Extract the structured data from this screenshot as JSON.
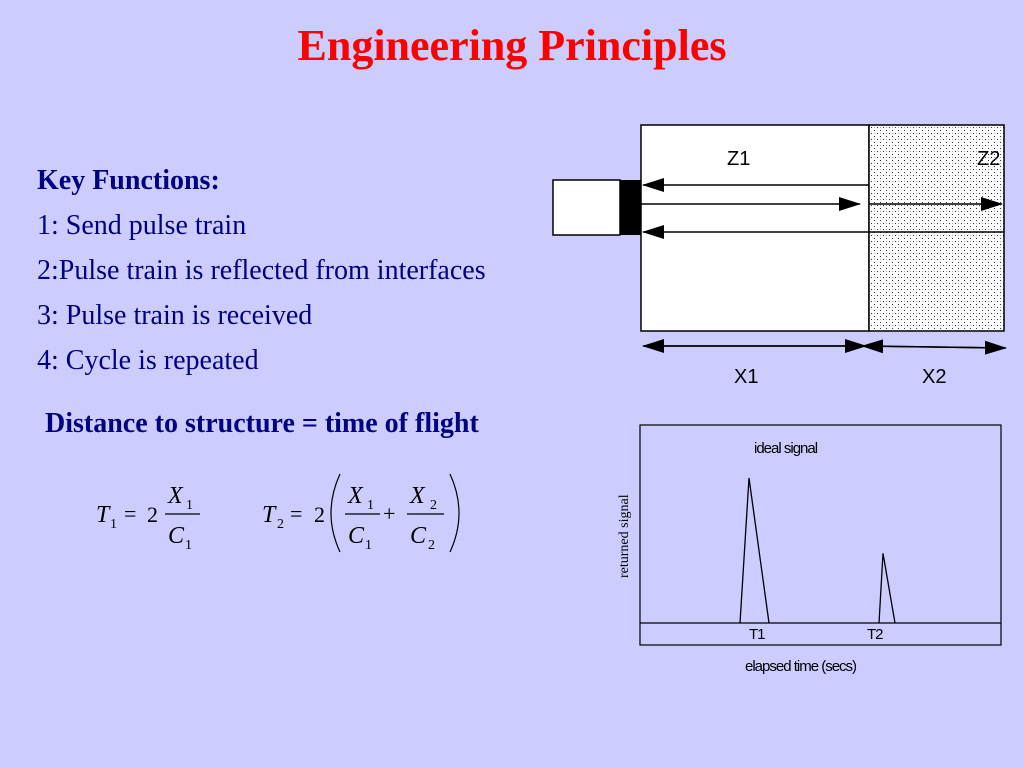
{
  "title": "Engineering Principles",
  "key_functions": {
    "heading": "Key Functions:",
    "items": [
      "1: Send pulse train",
      "2:Pulse train is reflected from interfaces",
      "3: Pulse train is received",
      "4: Cycle is repeated"
    ]
  },
  "distance_text": "Distance to structure =  time of flight",
  "equations": {
    "t1": {
      "lhs": "T",
      "lhs_sub": "1",
      "coef": "2",
      "num": "X",
      "num_sub": "1",
      "den": "C",
      "den_sub": "1"
    },
    "t2": {
      "lhs": "T",
      "lhs_sub": "2",
      "coef": "2",
      "a_num": "X",
      "a_num_sub": "1",
      "a_den": "C",
      "a_den_sub": "1",
      "b_num": "X",
      "b_num_sub": "2",
      "b_den": "C",
      "b_den_sub": "2"
    },
    "equals": "=",
    "plus": "+"
  },
  "diagram": {
    "zone1_label": "Z1",
    "zone2_label": "Z2",
    "x1_label": "X1",
    "x2_label": "X2"
  },
  "signal_plot": {
    "title": "ideal signal",
    "ylabel": "returned signal",
    "xlabel": "elapsed time (secs)",
    "t1_label": "T1",
    "t2_label": "T2",
    "peaks": [
      {
        "time": "T1",
        "relative_height": 1.0
      },
      {
        "time": "T2",
        "relative_height": 0.48
      }
    ]
  }
}
